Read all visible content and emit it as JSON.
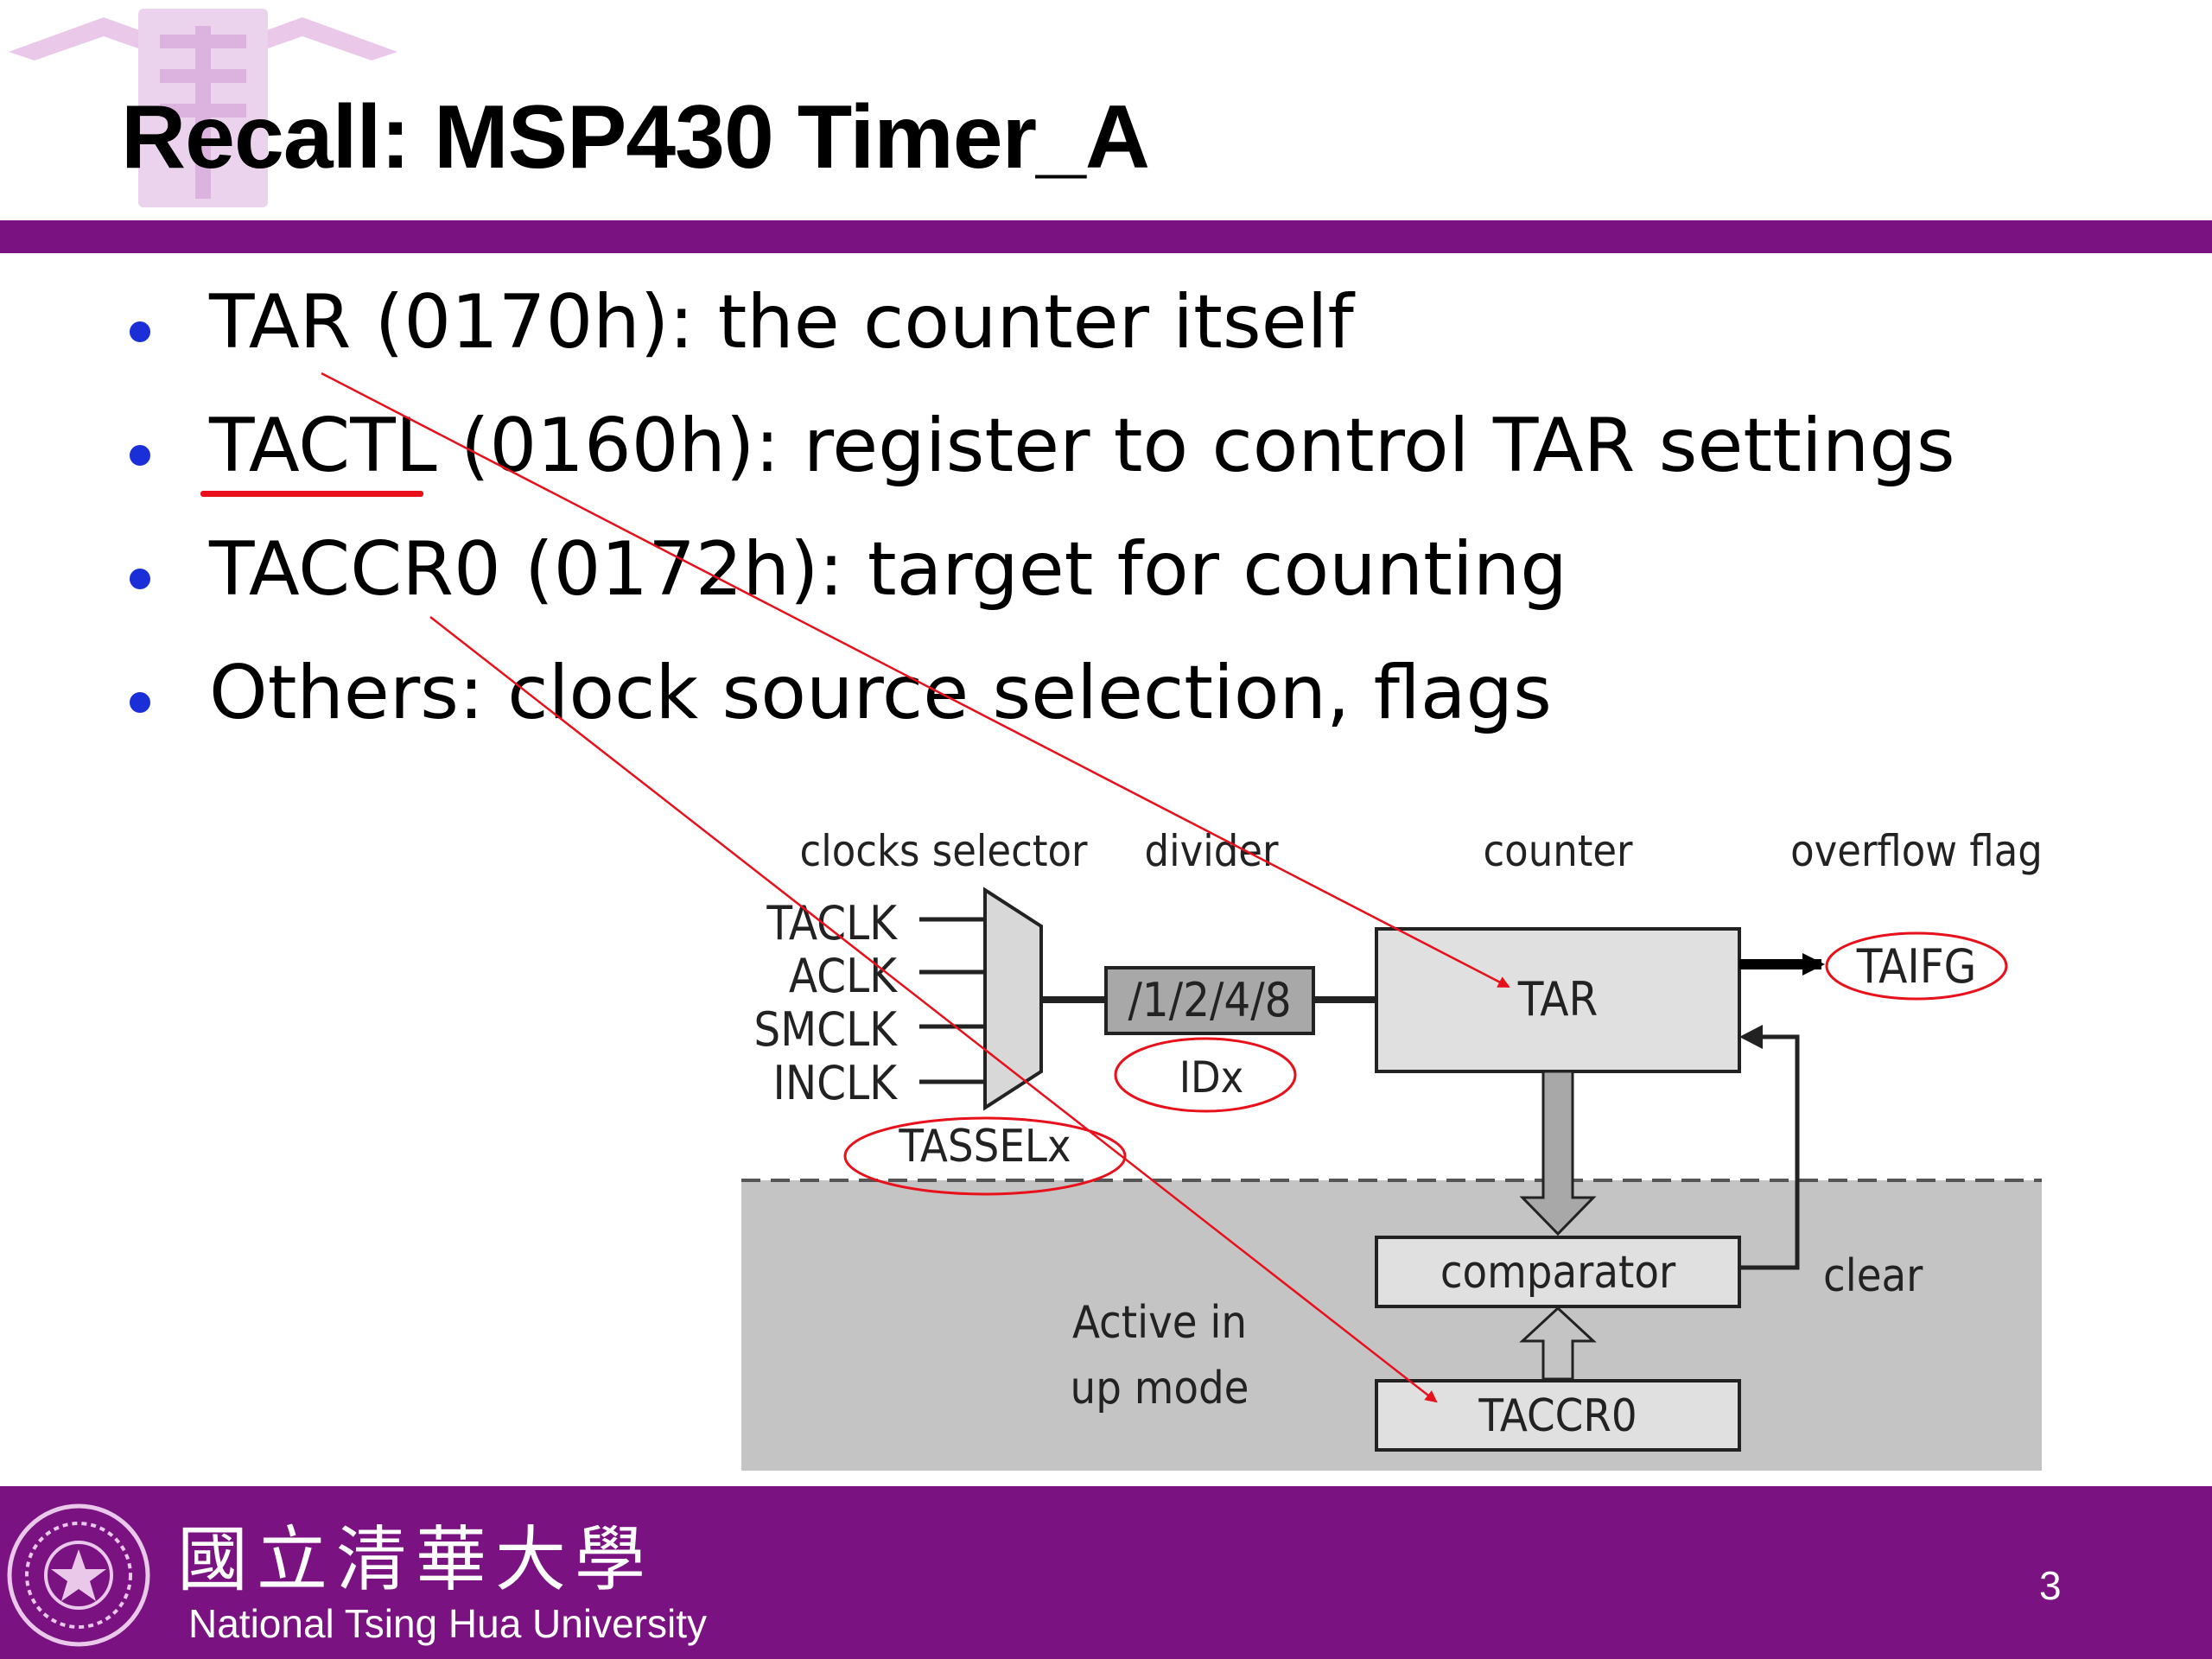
{
  "slide": {
    "title": "Recall: MSP430 Timer_A",
    "page_number": "3"
  },
  "bullets": [
    {
      "text": "TAR (0170h): the counter itself"
    },
    {
      "text": "TACTL (0160h): register to control TAR settings"
    },
    {
      "text": "TACCR0 (0172h): target for counting"
    },
    {
      "text": "Others: clock source selection, flags"
    }
  ],
  "diagram": {
    "headers": {
      "clocks_selector": "clocks selector",
      "divider": "divider",
      "counter": "counter",
      "overflow_flag": "overflow flag"
    },
    "inputs": [
      "TACLK",
      "ACLK",
      "SMCLK",
      "INCLK"
    ],
    "divider_box": "/1/2/4/8",
    "counter_box": "TAR",
    "comparator_box": "comparator",
    "taccr0_box": "TACCR0",
    "flag": "TAIFG",
    "idx": "IDx",
    "tassel": "TASSELx",
    "clear": "clear",
    "active_line1": "Active in",
    "active_line2": "up mode"
  },
  "footer": {
    "university_cn": "國立清華大學",
    "university_en": "National Tsing Hua University"
  },
  "colors": {
    "purple": "#7a1282",
    "bullet": "#1a2fd8",
    "annotation_red": "#e8101a",
    "shaded": "#c4c4c4"
  }
}
